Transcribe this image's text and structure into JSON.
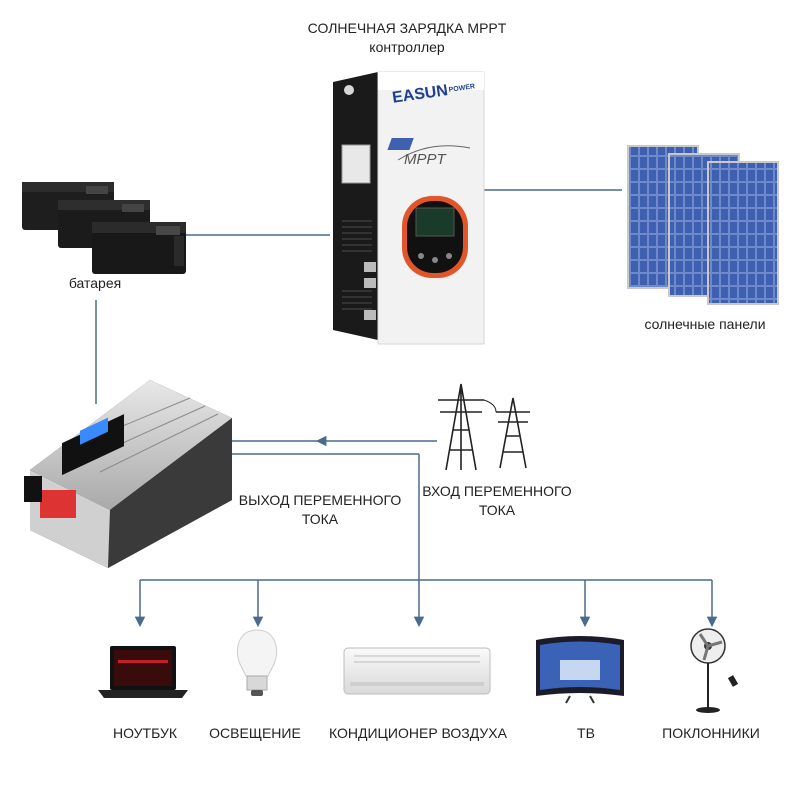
{
  "controller": {
    "line1": "СОЛНЕЧНАЯ ЗАРЯДКА MPPT",
    "line2": "контроллер",
    "brand": "EASUN",
    "brand_sub": "POWER",
    "model": "MPPT"
  },
  "battery": {
    "label": "батарея"
  },
  "panels": {
    "label": "солнечные панели"
  },
  "ac_output": {
    "line1": "ВЫХОД ПЕРЕМЕННОГО",
    "line2": "ТОКА"
  },
  "ac_input": {
    "line1": "ВХОД ПЕРЕМЕННОГО",
    "line2": "ТОКА"
  },
  "loads": [
    {
      "label": "НОУТБУК"
    },
    {
      "label": "ОСВЕЩЕНИЕ"
    },
    {
      "label": "КОНДИЦИОНЕР ВОЗДУХА"
    },
    {
      "label": "ТВ"
    },
    {
      "label": "ПОКЛОННИКИ"
    }
  ],
  "colors": {
    "line": "#4a6a8e",
    "panel": "#3d5aa6",
    "controller_orange": "#e0562a"
  }
}
